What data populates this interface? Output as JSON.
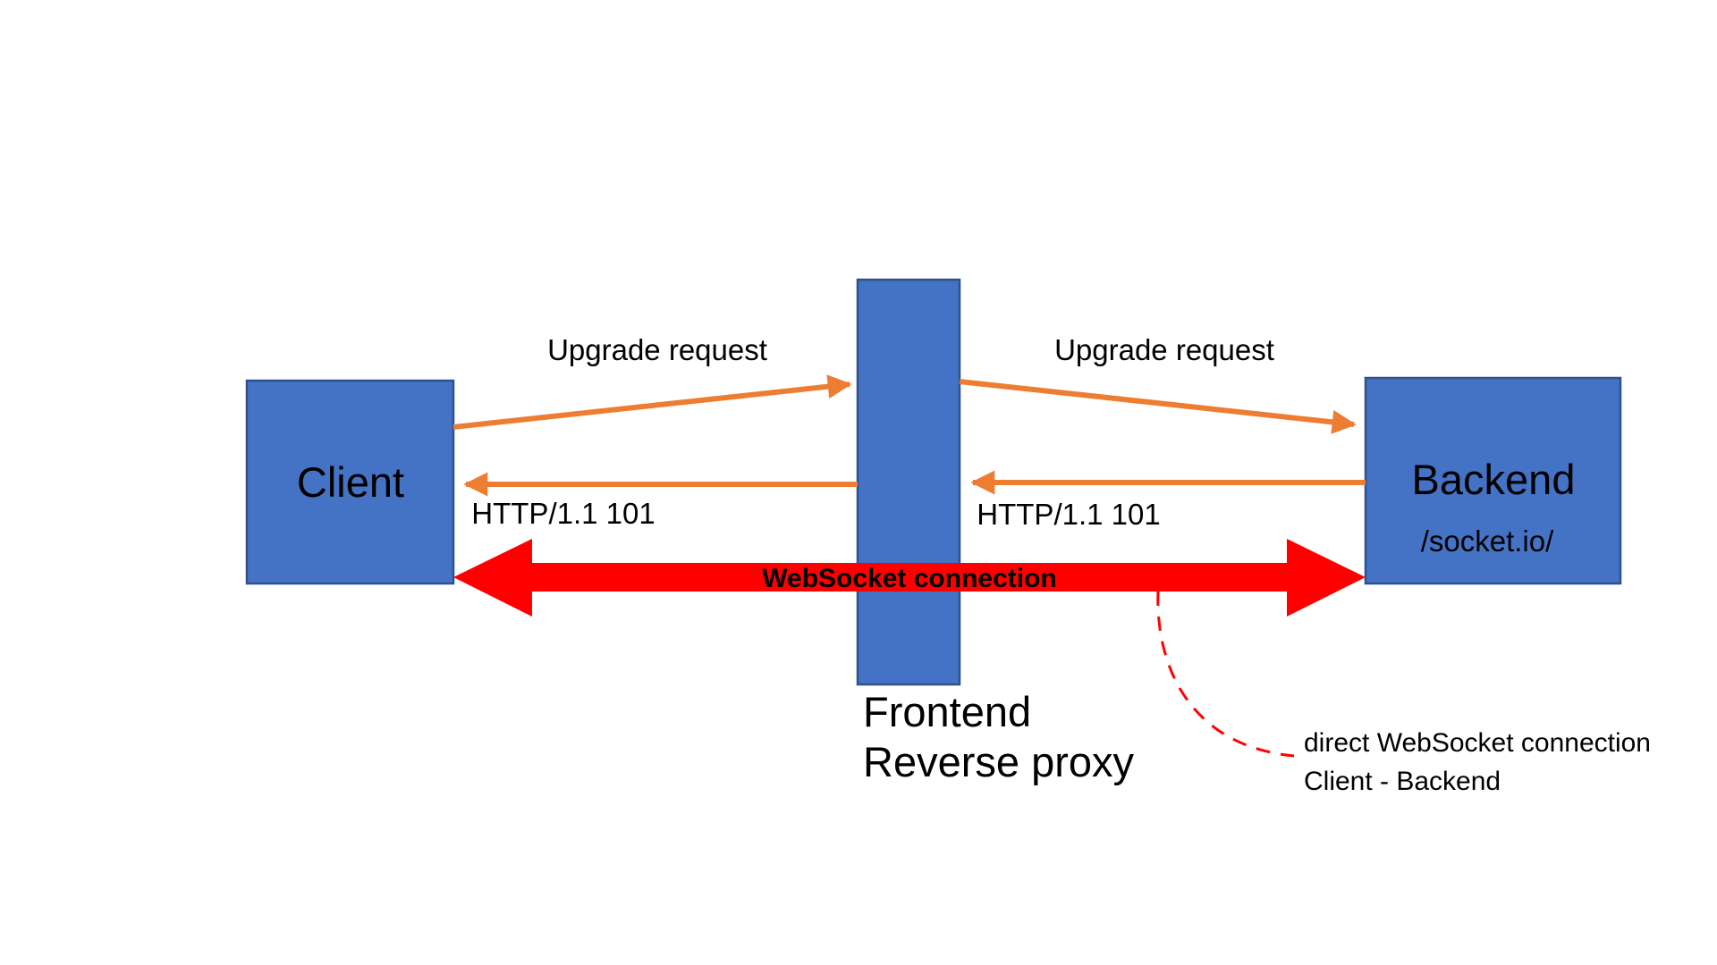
{
  "diagram": {
    "nodes": {
      "client": {
        "label": "Client"
      },
      "proxy": {
        "label_line1": "Frontend",
        "label_line2": "Reverse proxy"
      },
      "backend": {
        "label": "Backend",
        "sublabel": "/socket.io/"
      }
    },
    "arrows": {
      "upgrade_left_label": "Upgrade request",
      "upgrade_right_label": "Upgrade request",
      "response_left_label": "HTTP/1.1 101",
      "response_right_label": "HTTP/1.1 101",
      "websocket_label": "WebSocket connection"
    },
    "annotation": {
      "line1": "direct WebSocket connection",
      "line2": "Client - Backend"
    },
    "colors": {
      "node_fill": "#4472C4",
      "node_border": "#2F528F",
      "arrow_orange": "#ED7D31",
      "arrow_red": "#FF0000",
      "text_color": "#000000"
    }
  }
}
